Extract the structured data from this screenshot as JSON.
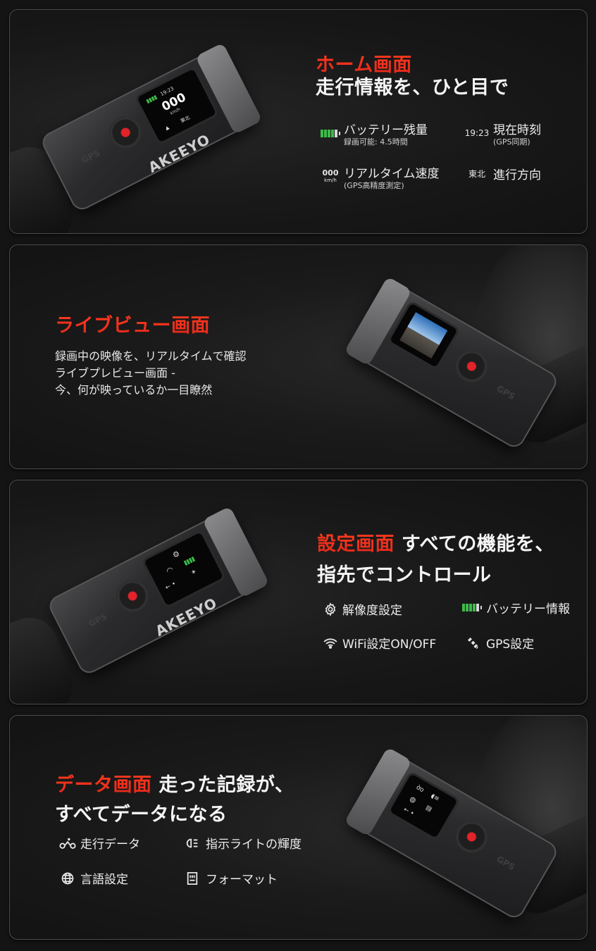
{
  "sections": [
    {
      "id": "home",
      "title_red": "ホーム画面",
      "title_white": "走行情報を、ひと目で",
      "features": [
        {
          "icon": "battery-icon",
          "icon_text": "",
          "label": "バッテリー残量",
          "sub": "録画可能: 4.5時間"
        },
        {
          "icon": "clock-text",
          "icon_text": "19:23",
          "label": "現在時刻",
          "sub": "(GPS同期)"
        },
        {
          "icon": "speed-text",
          "icon_text": "000",
          "icon_sub": "km/h",
          "label": "リアルタイム速度",
          "sub": "(GPS高精度測定)"
        },
        {
          "icon": "direction-text",
          "icon_text": "東北",
          "label": "進行方向",
          "sub": ""
        }
      ],
      "device_screen": {
        "time": "19:23",
        "speed": "000",
        "unit": "km/h",
        "direction": "東北"
      },
      "brand": "AKEEYO",
      "button_label": "GPS"
    },
    {
      "id": "liveview",
      "title_red": "ライブビュー画面",
      "description": [
        "録画中の映像を、リアルタイムで確認",
        "ライブプレビュー画面 -",
        "今、何が映っているか一目瞭然"
      ],
      "button_label": "GPS"
    },
    {
      "id": "settings",
      "title_red": "設定画面",
      "title_white_1": "すべての機能を、",
      "title_white_2": "指先でコントロール",
      "features": [
        {
          "icon": "gear-icon",
          "label": "解像度設定"
        },
        {
          "icon": "battery-icon",
          "label": "バッテリー情報"
        },
        {
          "icon": "wifi-icon",
          "label": "WiFi設定ON/OFF"
        },
        {
          "icon": "satellite-icon",
          "label": "GPS設定"
        }
      ],
      "brand": "AKEEYO",
      "button_label": "GPS"
    },
    {
      "id": "data",
      "title_red": "データ画面",
      "title_white_1": "走った記録が、",
      "title_white_2": "すべてデータになる",
      "features": [
        {
          "icon": "cyclist-icon",
          "label": "走行データ"
        },
        {
          "icon": "headlight-icon",
          "label": "指示ライトの輝度"
        },
        {
          "icon": "globe-icon",
          "label": "言語設定"
        },
        {
          "icon": "sd-card-icon",
          "label": "フォーマット"
        }
      ],
      "button_label": "GPS"
    }
  ],
  "colors": {
    "accent_red": "#f2331f",
    "battery_green": "#3dbb4a",
    "background": "#141414",
    "panel_border": "#4a4a4a"
  }
}
